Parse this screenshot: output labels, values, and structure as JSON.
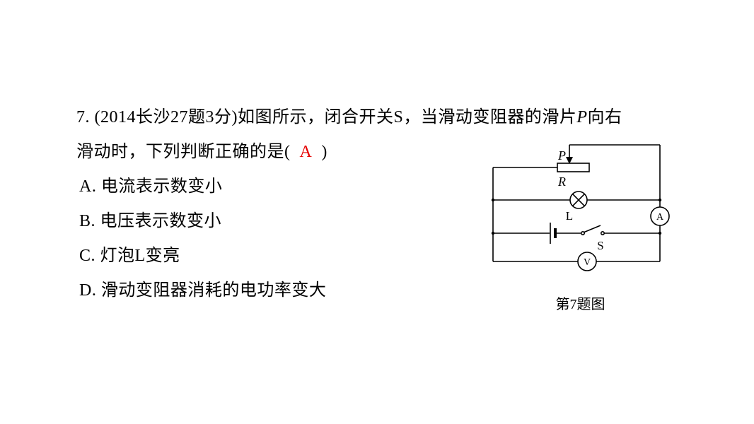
{
  "question": {
    "stem_line1": {
      "pre": "7. (2014长沙27题3分)如图所示，闭合开关S，当滑动变阻器的滑片",
      "italic_var": "P",
      "post": "向右"
    },
    "stem_line2": {
      "pre": "滑动时，下列判断正确的是(",
      "answer": "A",
      "post": ")"
    },
    "options": [
      {
        "label": "A.",
        "text": "电流表示数变小"
      },
      {
        "label": "B.",
        "text": "电压表示数变小"
      },
      {
        "label": "C.",
        "text": "灯泡L变亮"
      },
      {
        "label": "D.",
        "text": "滑动变阻器消耗的电功率变大"
      }
    ]
  },
  "figure": {
    "caption": "第7题图",
    "labels": {
      "slider": "P",
      "rheostat": "R",
      "lamp": "L",
      "switch": "S",
      "ammeter": "A",
      "voltmeter": "V"
    }
  },
  "colors": {
    "answer_red": "#e60000",
    "text": "#000000",
    "background": "#ffffff"
  }
}
